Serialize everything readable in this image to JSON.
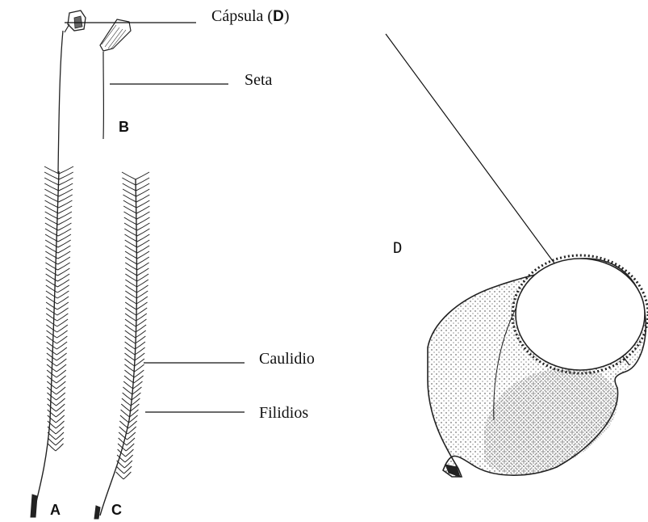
{
  "labels": {
    "capsula_text": "Cápsula (",
    "capsula_letter": "D",
    "capsula_close": ")",
    "seta": "Seta",
    "caulidio": "Caulidio",
    "filidios": "Filidios"
  },
  "letters": {
    "a": "A",
    "b": "B",
    "c": "C",
    "d": "D"
  }
}
